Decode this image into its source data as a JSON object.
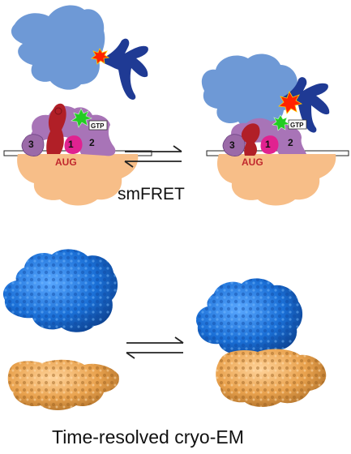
{
  "labels": {
    "smfret": "smFRET",
    "cryo_em": "Time-resolved cryo-EM"
  },
  "schematic": {
    "codon": "AUG",
    "gtp": "GTP",
    "if_numbers": [
      "1",
      "2",
      "3"
    ]
  },
  "colors": {
    "ribosome_large_subunit": "#6e99d6",
    "ribosome_small_subunit": "#f7be88",
    "trna": "#1f3a94",
    "initiator_trna": "#b11f27",
    "initiation_factor_2": "#a874b7",
    "initiation_factor_1": "#e02290",
    "initiation_factor_3": "#9b6aa8",
    "fret_donor": "#22cc22",
    "fret_acceptor": "#ff2200",
    "cryo_large_subunit": "#1a6fd6",
    "cryo_small_subunit": "#e9a24e"
  }
}
